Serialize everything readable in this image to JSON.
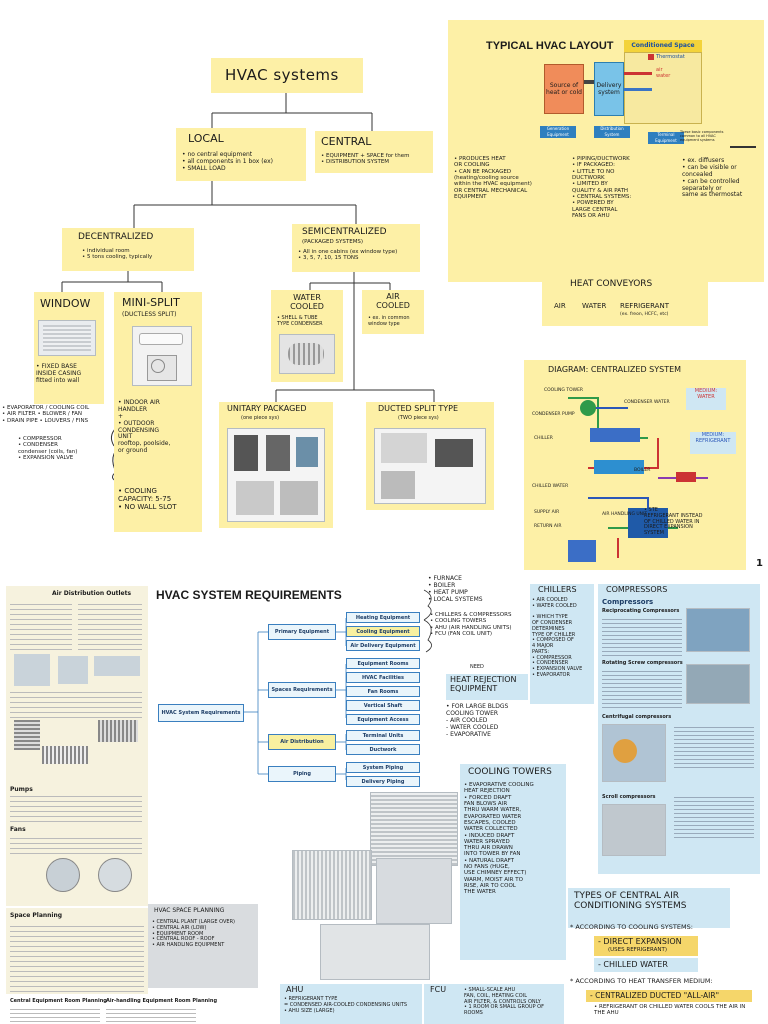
{
  "top": {
    "title": "HVAC systems",
    "local": {
      "head": "LOCAL",
      "body": "• no central equipment\n• all components in 1 box (ex)\n• SMALL LOAD"
    },
    "central": {
      "head": "CENTRAL",
      "body": "• EQUIPMENT + SPACE for them\n• DISTRIBUTION SYSTEM"
    },
    "decentralized": {
      "head": "DECENTRALIZED",
      "body": "• individual room\n• 5 tons cooling, typically"
    },
    "semicentralized": {
      "head": "SEMICENTRALIZED",
      "sub": "(PACKAGED SYSTEMS)",
      "body": "• All in one cabins (ex window type)\n• 3, 5, 7, 10, 15 TONS"
    },
    "window": {
      "head": "WINDOW",
      "body": "• FIXED BASE\n  INSIDE CASING\n  fitted into wall"
    },
    "minisplit": {
      "head": "MINI-SPLIT",
      "sub": "(DUCTLESS SPLIT)",
      "body": "• INDOOR AIR\n  HANDLER\n  +\n• OUTDOOR\n  CONDENSING\n  UNIT\n  rooftop, poolside,\n  or ground",
      "capacity": "• COOLING\n  CAPACITY: 5-75\n• NO WALL SLOT"
    },
    "left_list1": "• EVAPORATOR / COOLING COIL\n• AIR FILTER   • BLOWER / FAN\n• DRAIN PIPE   • LOUVERS / FINS",
    "left_list2": "• COMPRESSOR\n• CONDENSER\n  condenser (coils, fan)\n• EXPANSION VALVE",
    "water_cooled": {
      "head": "WATER COOLED",
      "body": "• SHELL & TUBE\n  TYPE CONDENSER"
    },
    "air_cooled": {
      "head": "AIR COOLED",
      "body": "• ex. in common\n  window type"
    },
    "unitary": {
      "head": "UNITARY PACKAGED",
      "sub": "(one piece sys)"
    },
    "ducted": {
      "head": "DUCTED SPLIT TYPE",
      "sub": "(TWO piece sys)"
    }
  },
  "layout": {
    "title": "TYPICAL HVAC LAYOUT",
    "conditioned": "Conditioned Space",
    "thermostat": "Thermostat",
    "source": "Source of heat or cold",
    "delivery": "Delivery system",
    "air_water": "air\nwater",
    "gen": "Generation Equipment",
    "dist": "Distribution System",
    "term": "Terminal Equipment",
    "note": "These basic components common to all HVAC equipment systems",
    "n1": "• PRODUCES HEAT\n  OR COOLING\n• CAN BE PACKAGED\n  (heating/cooling source\n  within the HVAC equipment)\n  OR CENTRAL MECHANICAL\n  EQUIPMENT",
    "n2": "• PIPING/DUCTWORK\n• IF PACKAGED:\n  • LITTLE TO NO\n    DUCTWORK\n  • LIMITED BY\n    QUALITY & AIR PATH\n• CENTRAL SYSTEMS:\n  • POWERED BY\n    LARGE CENTRAL\n    FANS OR AHU",
    "n3": "• ex. diffusers\n• can be visible or\n  concealed\n• can be controlled\n  separately or\n  same as thermostat"
  },
  "conveyors": {
    "title": "HEAT CONVEYORS",
    "items": [
      "AIR",
      "WATER",
      "REFRIGERANT"
    ],
    "sub": "(ex. freon, HCFC, etc)"
  },
  "diagram": {
    "title": "DIAGRAM: CENTRALIZED SYSTEM",
    "labels": [
      "COOLING TOWER",
      "CONDENSER WATER",
      "CONDENSER PUMP",
      "CHILLER",
      "CHILLED WATER",
      "BOILER",
      "AIR HANDLING UNIT",
      "SUPPLY AIR",
      "RETURN AIR"
    ],
    "side1": "MEDIUM: WATER",
    "side2": "MEDIUM: REFRIGERANT",
    "note": "• STE\n  REFRIGERANT INSTEAD\n  OF CHILLED WATER IN\n  DIRECT EXPANSION\n  SYSTEM"
  },
  "page_number": "1",
  "req": {
    "title": "HVAC SYSTEM REQUIREMENTS",
    "root": "HVAC System Requirements",
    "branches": [
      "Primary Equipment",
      "Spaces Requirements",
      "Air Distribution",
      "Piping"
    ],
    "primary": [
      "Heating Equipment",
      "Cooling Equipment",
      "Air Delivery Equipment"
    ],
    "spaces": [
      "Equipment Rooms",
      "HVAC Facilities",
      "Fan Rooms",
      "Vertical Shaft",
      "Equipment Access"
    ],
    "air": [
      "Terminal Units",
      "Ductwork"
    ],
    "piping": [
      "System Piping",
      "Delivery Piping"
    ],
    "heating_note": "• FURNACE\n• BOILER\n• HEAT PUMP\n• LOCAL SYSTEMS",
    "cooling_note": "• CHILLERS & COMPRESSORS\n• COOLING TOWERS\n• AHU (AIR HANDLING UNITS)\n• FCU (FAN COIL UNIT)"
  },
  "chillers": {
    "head": "CHILLERS",
    "body": "• AIR COOLED\n• WATER COOLED\n\n• WHICH TYPE\n  OF CONDENSER\n  DETERMINES\n  TYPE OF CHILLER\n• COMPOSED OF\n  4 MAJOR\n  PARTS:\n• COMPRESSOR\n• CONDENSER\n• EXPANSION VALVE\n• EVAPORATOR"
  },
  "heatrej": {
    "pre": "NEED",
    "head": "HEAT REJECTION EQUIPMENT",
    "body": "• FOR LARGE BLDGS\n  COOLING TOWER\n  - AIR COOLED\n  - WATER COOLED\n  - EVAPORATIVE"
  },
  "towers": {
    "head": "COOLING TOWERS",
    "body": "• EVAPORATIVE COOLING\n  HEAT REJECTION\n  • FORCED DRAFT\n    FAN BLOWS AIR\n    THRU WARM WATER,\n    EVAPORATED WATER\n    ESCAPES, COOLED\n    WATER COLLECTED\n  • INDUCED DRAFT\n    WATER SPRAYED\n    THRU AIR DRAWN\n    INTO TOWER BY FAN\n  • NATURAL DRAFT\n    NO FANS (HUGE,\n    USE CHIMNEY EFFECT)\n    WARM, MOIST AIR TO\n    RISE, AIR TO COOL\n    THE WATER"
  },
  "compressors": {
    "head": "COMPRESSORS",
    "title": "Compressors",
    "s1": "Reciprocating Compressors",
    "s2": "Rotating Screw compressors",
    "s3": "Centrifugal compressors",
    "s4": "Scroll compressors"
  },
  "left_doc": {
    "outlets": "Air Distribution Outlets",
    "pumps": "Pumps",
    "fans": "Fans",
    "planning": "Space Planning",
    "room": "Central Equipment Room Planning",
    "ahu_room": "Air-handling Equipment Room Planning"
  },
  "space_note": {
    "head": "HVAC SPACE PLANNING",
    "body": "• CENTRAL PLANT (LARGE OVER)\n• CENTRAL AIR (LOW)\n• EQUIPMENT ROOM\n• CENTRAL ROOF - ROOF\n• AIR HANDLING EQUIPMENT"
  },
  "types": {
    "head": "TYPES OF CENTRAL AIR CONDITIONING SYSTEMS",
    "l1": "* ACCORDING TO COOLING SYSTEMS:",
    "o1": "- DIRECT EXPANSION",
    "o1s": "(USES REFRIGERANT)",
    "o2": "- CHILLED WATER",
    "l2": "* ACCORDING TO HEAT TRANSFER MEDIUM:",
    "o3": "- CENTRALIZED DUCTED \"ALL-AIR\"",
    "o3s": "• REFRIGERANT OR CHILLED WATER COOLS THE AIR IN THE AHU"
  },
  "ahu": {
    "head": "AHU",
    "body": "• REFRIGERANT TYPE\n  = CONDENSED AIR-COOLED CONDENSING UNITS\n• AHU SIZE (LARGE)"
  },
  "fcu": {
    "head": "FCU",
    "body": "• SMALL-SCALE AHU\n  FAN, COIL, HEATING COIL\n  AIR FILTER, & CONTROLS ONLY\n• 1 ROOM OR SMALL GROUP OF ROOMS"
  }
}
